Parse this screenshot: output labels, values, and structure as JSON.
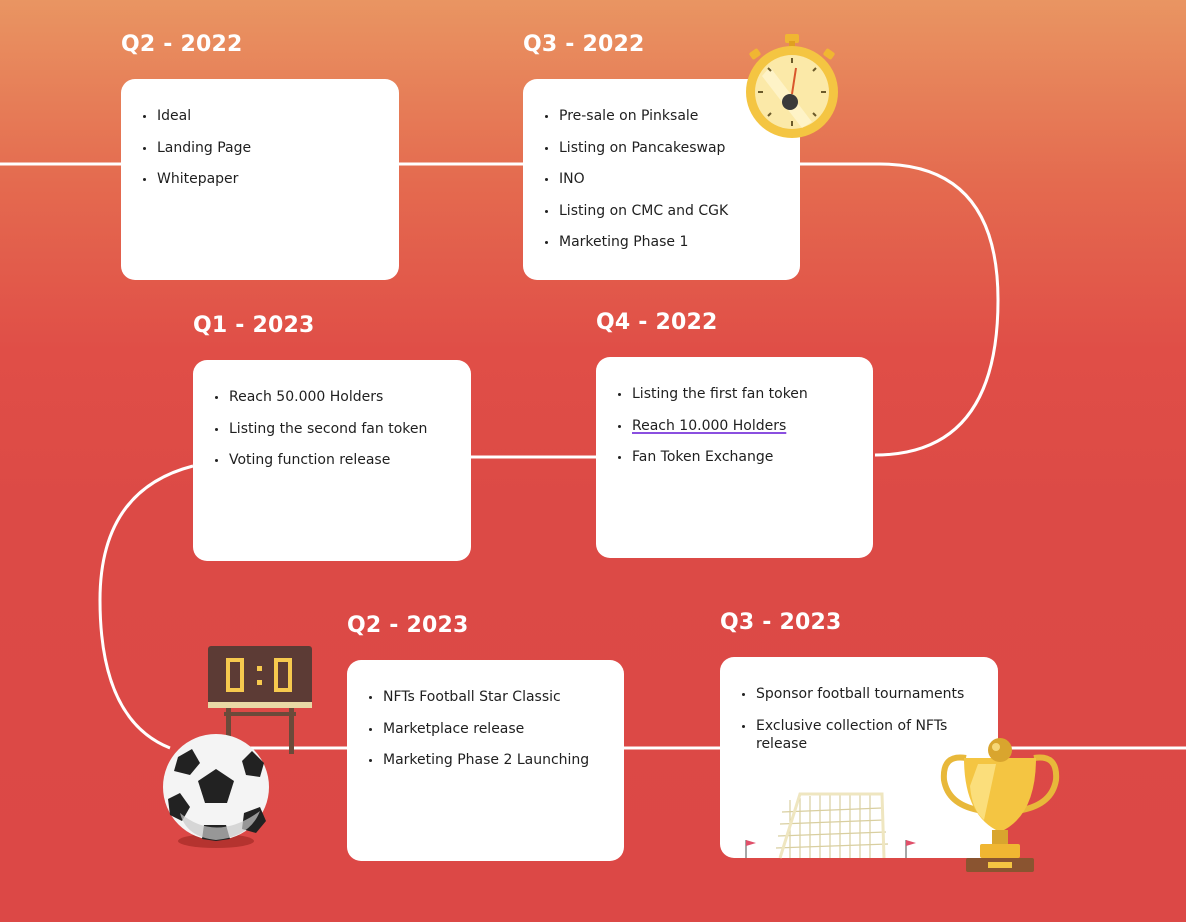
{
  "milestones": [
    {
      "id": "q2-2022",
      "title": "Q2 - 2022",
      "items": [
        "Ideal",
        "Landing Page",
        "Whitepaper"
      ]
    },
    {
      "id": "q3-2022",
      "title": "Q3 - 2022",
      "items": [
        "Pre-sale on Pinksale",
        "Listing on Pancakeswap",
        "INO",
        "Listing on CMC and CGK",
        "Marketing Phase 1"
      ]
    },
    {
      "id": "q1-2023",
      "title": "Q1 - 2023",
      "items": [
        "Reach 50.000 Holders",
        "Listing the second fan token",
        "Voting function release"
      ]
    },
    {
      "id": "q4-2022",
      "title": "Q4 - 2022",
      "items": [
        "Listing the first fan token",
        "Reach 10.000 Holders",
        "Fan Token Exchange"
      ]
    },
    {
      "id": "q2-2023",
      "title": "Q2 - 2023",
      "items": [
        "NFTs Football Star Classic",
        "Marketplace release",
        "Marketing Phase 2 Launching"
      ]
    },
    {
      "id": "q3-2023",
      "title": "Q3 - 2023",
      "items": [
        "Sponsor football tournaments",
        "Exclusive collection of NFTs release"
      ]
    }
  ],
  "scoreboard": {
    "display": "0:0"
  },
  "decorations": [
    "stopwatch-icon",
    "scoreboard-icon",
    "soccer-ball-icon",
    "goal-net-icon",
    "trophy-icon"
  ],
  "colors": {
    "background_top": "#e99562",
    "background_bottom": "#dc4846",
    "card": "#ffffff",
    "path_line": "#ffffff",
    "spellcheck_underline": "#8a4fe0",
    "gold": "#f4c542"
  }
}
